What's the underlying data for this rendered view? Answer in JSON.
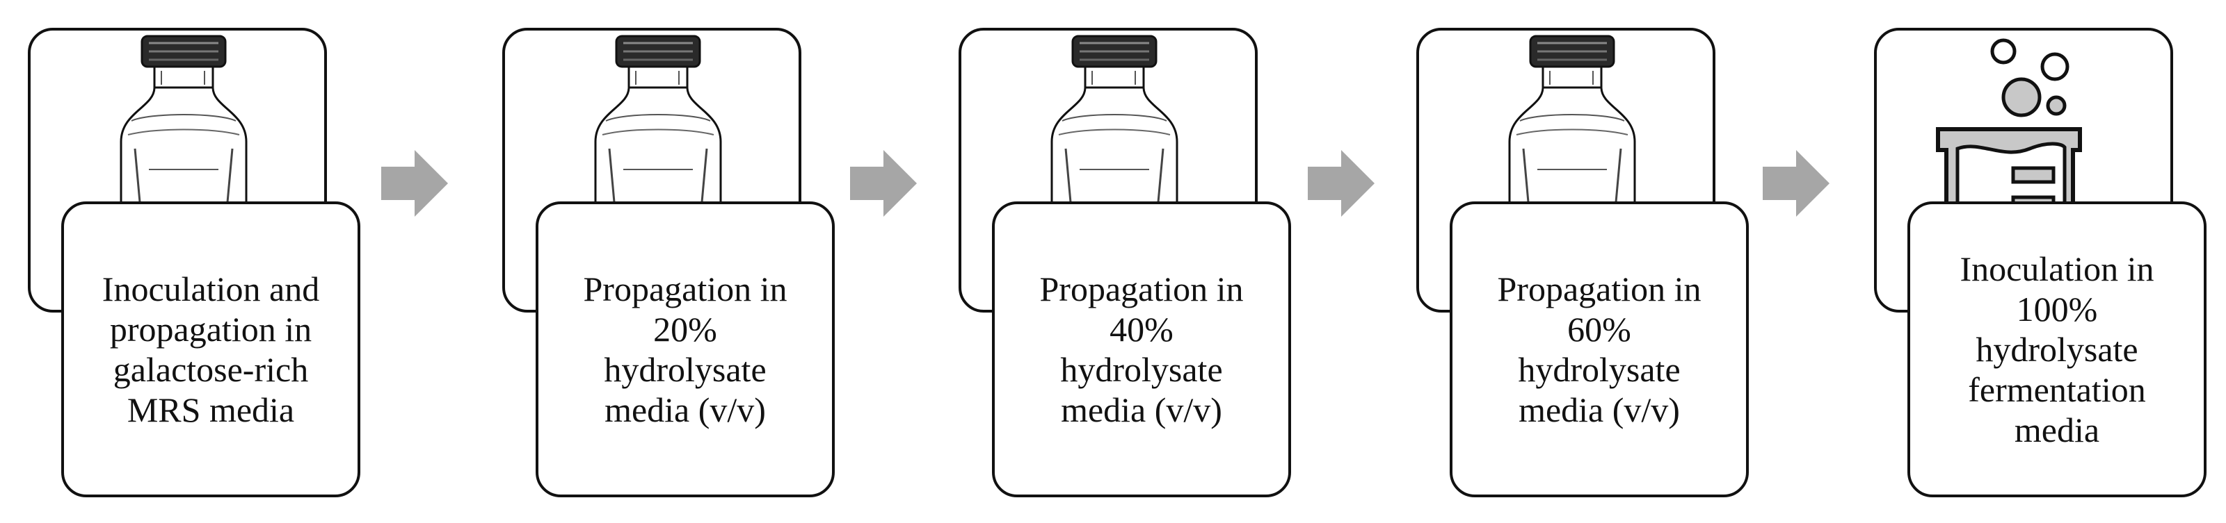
{
  "colors": {
    "outline": "#111111",
    "arrow": "#a6a6a6",
    "beaker_fill": "#c8c8c8",
    "bubble_fill": "#c8c8c8"
  },
  "steps": [
    {
      "icon": "vial-icon",
      "label": "Inoculation and\npropagation in\ngalactose-rich\nMRS media"
    },
    {
      "icon": "vial-icon",
      "label": "Propagation in\n20%\nhydrolysate\nmedia (v/v)"
    },
    {
      "icon": "vial-icon",
      "label": "Propagation in\n40%\nhydrolysate\nmedia (v/v)"
    },
    {
      "icon": "vial-icon",
      "label": "Propagation in\n60%\nhydrolysate\nmedia (v/v)"
    },
    {
      "icon": "beaker-icon",
      "label": "Inoculation in\n100%\nhydrolysate\nfermentation\nmedia"
    }
  ],
  "arrows": [
    "arrow-icon",
    "arrow-icon",
    "arrow-icon",
    "arrow-icon"
  ]
}
